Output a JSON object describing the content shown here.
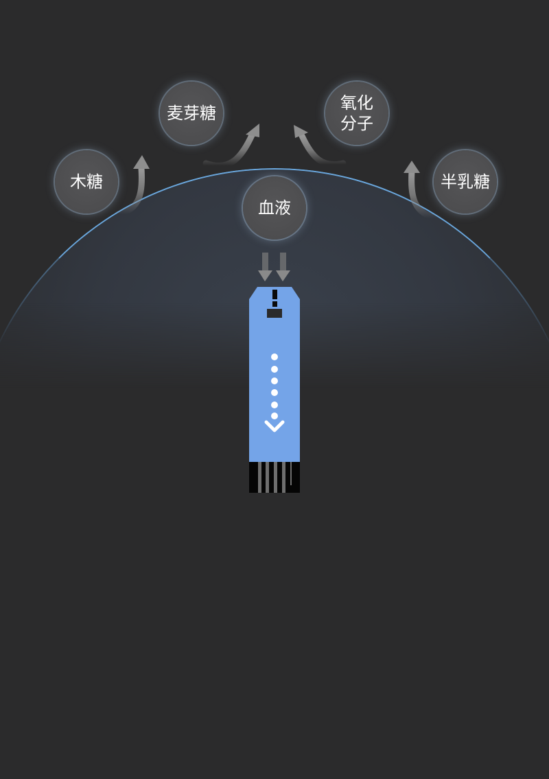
{
  "diagram": {
    "center_label": "血液",
    "interferents": [
      {
        "label_lines": [
          "木糖"
        ]
      },
      {
        "label_lines": [
          "麦芽糖"
        ]
      },
      {
        "label_lines": [
          "氧化",
          "分子"
        ]
      },
      {
        "label_lines": [
          "半乳糖"
        ]
      }
    ],
    "colors": {
      "background": "#2b2b2c",
      "bubble": "#4d4d4f",
      "globe_rim": "#6aa7dd",
      "strip": "#74a4e8",
      "arrow": "#8a8a8a"
    },
    "icons": {
      "flow_arrows": "double-down-arrow-icon",
      "deflect_arrows": "curved-up-arrow-icon",
      "strip_direction": "chevron-down-icon"
    },
    "strip_dot_count": 6
  }
}
